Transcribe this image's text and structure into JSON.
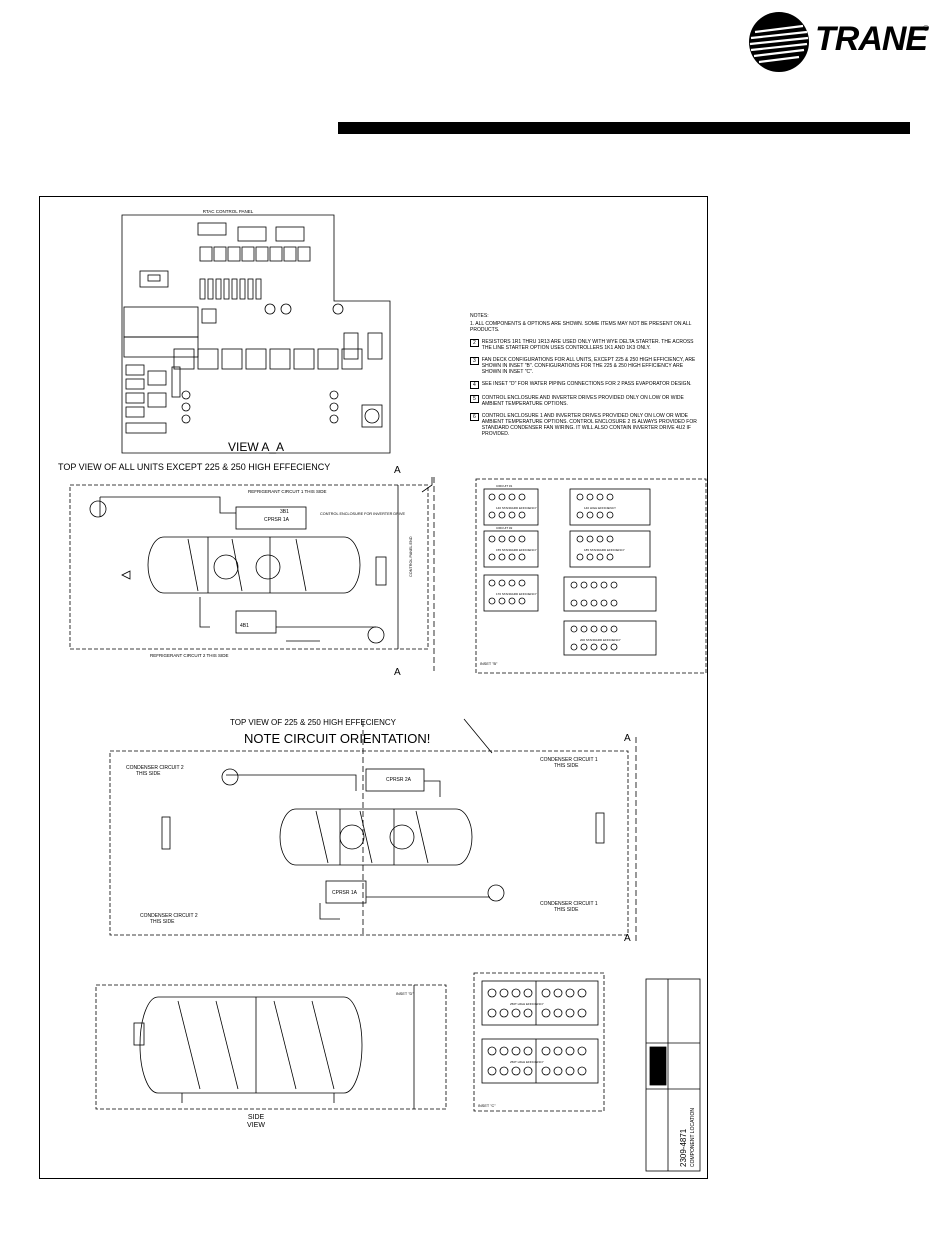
{
  "brand": {
    "name": "TRANE",
    "reg": "®",
    "logo_icon": "trane-globe-logo"
  },
  "drawing": {
    "panel_title": "RTAC CONTROL PANEL",
    "view_aa": "VIEW A_A",
    "top_view_title": "TOP VIEW OF ALL UNITS EXCEPT 225 & 250 HIGH EFFECIENCY",
    "section_marker": "A",
    "ref_circuit_1": "REFRIGERANT CIRCUIT 1 THIS SIDE",
    "ref_circuit_2": "REFRIGERANT CIRCUIT 2 THIS SIDE",
    "cprsr_1a": "CPRSR 1A",
    "cprsr_2a": "CPRSR 2A",
    "c_3b1": "3B1",
    "c_4b1": "4B1",
    "control_enclosure": "CONTROL ENCLOSURE FOR INVERTER DRIVE",
    "control_panel_end": "CONTROL PANEL END",
    "hp_title": "TOP VIEW OF 225 & 250 HIGH EFFECIENCY",
    "hp_note": "NOTE CIRCUIT ORIENTATION!",
    "cond_c2_top": "CONDENSER CIRCUIT 2",
    "cond_c2_top_2": "THIS SIDE",
    "cond_c1_top": "CONDENSER CIRCUIT 1",
    "cond_c1_top_2": "THIS SIDE",
    "cond_c2_bot": "CONDENSER CIRCUIT 2",
    "cond_c2_bot_2": "THIS SIDE",
    "cond_c1_bot": "CONDENSER CIRCUIT 1",
    "cond_c1_bot_2": "THIS SIDE",
    "side_view": "SIDE",
    "side_view_2": "VIEW",
    "inset_b": "INSET \"B\"",
    "inset_c": "INSET \"C\"",
    "inset_d": "INSET \"D\"",
    "drawing_number": "2309-4871",
    "component_location": "COMPONENT LOCATION",
    "notes_title": "NOTES:",
    "notes": [
      "1. ALL COMPONENTS & OPTIONS ARE SHOWN. SOME ITEMS MAY NOT BE PRESENT ON ALL PRODUCTS.",
      "RESISTORS 1R1 THRU 1R13 ARE USED ONLY WITH WYE DELTA STARTER. THE ACROSS THE LINE STARTER OPTION USES CONTROLLERS 1K1 AND 1K3 ONLY.",
      "FAN DECK CONFIGURATIONS FOR ALL UNITS, EXCEPT 225 & 250 HIGH EFFICIENCY, ARE SHOWN IN INSET \"B\". CONFIGURATIONS FOR THE 225 & 250 HIGH EFFICIENCY ARE SHOWN IN INSET \"C\".",
      "SEE INSET \"D\" FOR WATER PIPING CONNECTIONS FOR 2 PASS EVAPORATOR DESIGN.",
      "CONTROL ENCLOSURE AND INVERTER DRIVES PROVIDED ONLY ON LOW OR WIDE AMBIENT TEMPERATURE OPTIONS.",
      "CONTROL ENCLOSURE 1 AND INVERTER DRIVES PROVIDED ONLY ON LOW OR WIDE AMBIENT TEMPERATURE OPTIONS. CONTROL ENCLOSURE 2 IS ALWAYS PROVIDED FOR STANDARD CONDENSER FAN WIRING. IT WILL ALSO CONTAIN INVERTER DRIVE 4U2 IF PROVIDED."
    ],
    "note_markers": [
      "",
      "2",
      "3",
      "4",
      "5",
      "6"
    ],
    "fan_deck_labels": [
      "140 STANDARD EFFICIENCY",
      "155 STANDARD EFFICIENCY",
      "140 HIGH EFFICIENCY",
      "170 STANDARD EFFICIENCY",
      "185 STANDARD EFFICIENCY",
      "200 STANDARD EFFICIENCY"
    ],
    "circuit_1": "CIRCUIT #1",
    "circuit_2": "CIRCUIT #2",
    "hp_deck": "250T HIGH EFFICIENCY"
  }
}
